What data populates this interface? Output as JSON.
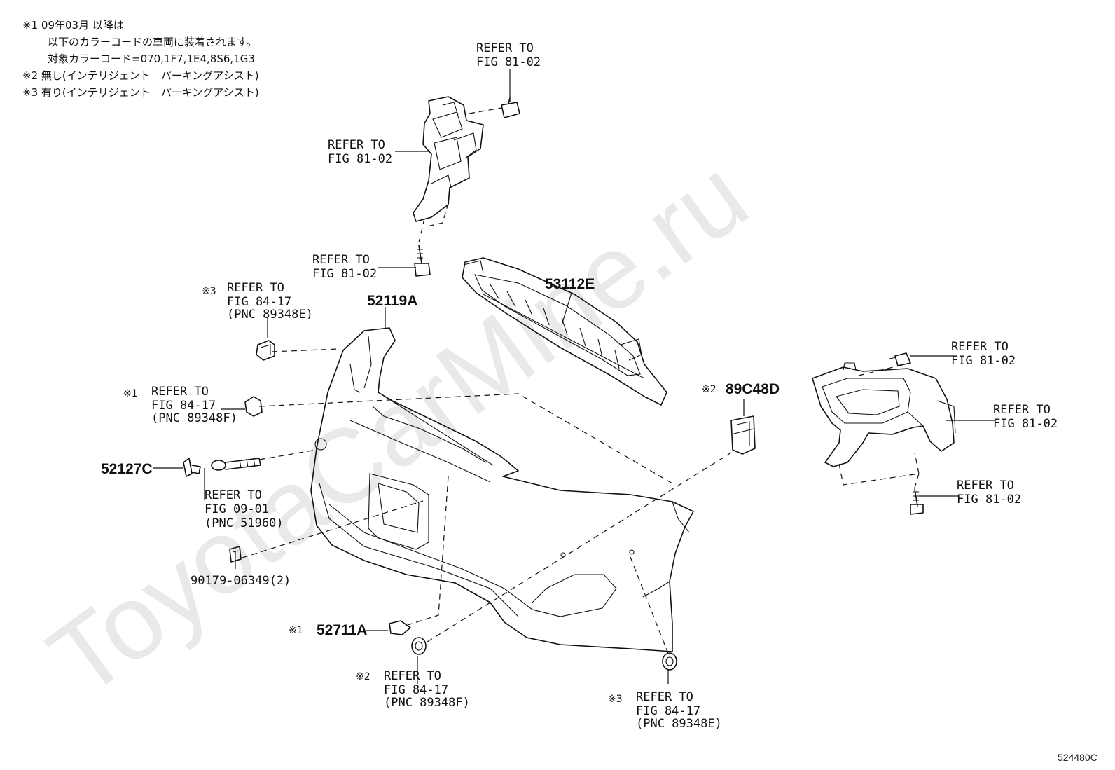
{
  "notes": [
    {
      "mark": "※1",
      "text": "09年03月 以降は"
    },
    {
      "mark": "",
      "text": "以下のカラーコードの車両に装着されます。"
    },
    {
      "mark": "",
      "text": "対象カラーコード=070,1F7,1E4,8S6,1G3"
    },
    {
      "mark": "※2",
      "text": "無し(インテリジェント　パーキングアシスト)"
    },
    {
      "mark": "※3",
      "text": "有り(インテリジェント　パーキングアシスト)"
    }
  ],
  "watermark": "ToyotaCarMine.ru",
  "diagram_code": "524480C",
  "parts": {
    "bumper_cover": "52119A",
    "lower_grille": "53112E",
    "bracket_89c48d": "89C48D",
    "cap_52127c": "52127C",
    "retainer_52711a": "52711A",
    "nut_90179": "90179-06349(2)"
  },
  "marks": {
    "m1": "※1",
    "m2": "※2",
    "m3": "※3"
  },
  "refs": {
    "top_bolt": [
      "REFER TO",
      "FIG 81-02"
    ],
    "top_bracket": [
      "REFER TO",
      "FIG 81-02"
    ],
    "screw_lower": [
      "REFER TO",
      "FIG 81-02"
    ],
    "sensor_top_left": [
      "REFER TO",
      "FIG 84-17",
      "(PNC 89348E)"
    ],
    "sensor_mid_left": [
      "REFER TO",
      "FIG 84-17",
      "(PNC 89348F)"
    ],
    "tow_hook": [
      "REFER TO",
      "FIG 09-01",
      "(PNC 51960)"
    ],
    "sensor_bottom_mid": [
      "REFER TO",
      "FIG 84-17",
      "(PNC 89348F)"
    ],
    "sensor_bottom_right": [
      "REFER TO",
      "FIG 84-17",
      "(PNC 89348E)"
    ],
    "fog_bolt_top": [
      "REFER TO",
      "FIG 81-02"
    ],
    "fog_lamp": [
      "REFER TO",
      "FIG 81-02"
    ],
    "fog_bolt_bottom": [
      "REFER TO",
      "FIG 81-02"
    ]
  }
}
